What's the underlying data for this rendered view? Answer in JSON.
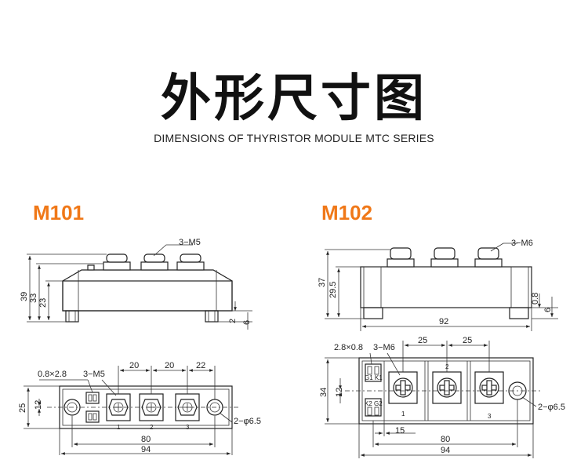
{
  "header": {
    "title": "外形尺寸图",
    "subtitle": "DIMENSIONS OF THYRISTOR MODULE MTC SERIES"
  },
  "models": [
    {
      "name": "M101",
      "side_view": {
        "screw_label": "3−M5",
        "dims": [
          "39",
          "33",
          "23",
          "2",
          "6"
        ]
      },
      "top_view": {
        "pin_label": "0.8×2.8",
        "screw_label": "3−M5",
        "pitch_dims": [
          "20",
          "20",
          "22"
        ],
        "height_dims": [
          "25",
          "12"
        ],
        "hole_label": "2−φ6.5",
        "length_dims": [
          "80",
          "94"
        ],
        "terminal_numbers": [
          "1",
          "2",
          "3"
        ]
      }
    },
    {
      "name": "M102",
      "side_view": {
        "screw_label": "3−M6",
        "dims": [
          "37",
          "29.5",
          "0.8",
          "6",
          "92"
        ]
      },
      "top_view": {
        "pin_label": "2.8×0.8",
        "screw_label": "3−M6",
        "pitch_dims": [
          "25",
          "25"
        ],
        "height_dims": [
          "34",
          "12"
        ],
        "hole_label": "2−φ6.5",
        "length_dims": [
          "15",
          "80",
          "94"
        ],
        "terminal_numbers": [
          "1",
          "2",
          "3"
        ],
        "gate_labels": [
          "G1 K1",
          "K2 G2"
        ]
      }
    }
  ]
}
